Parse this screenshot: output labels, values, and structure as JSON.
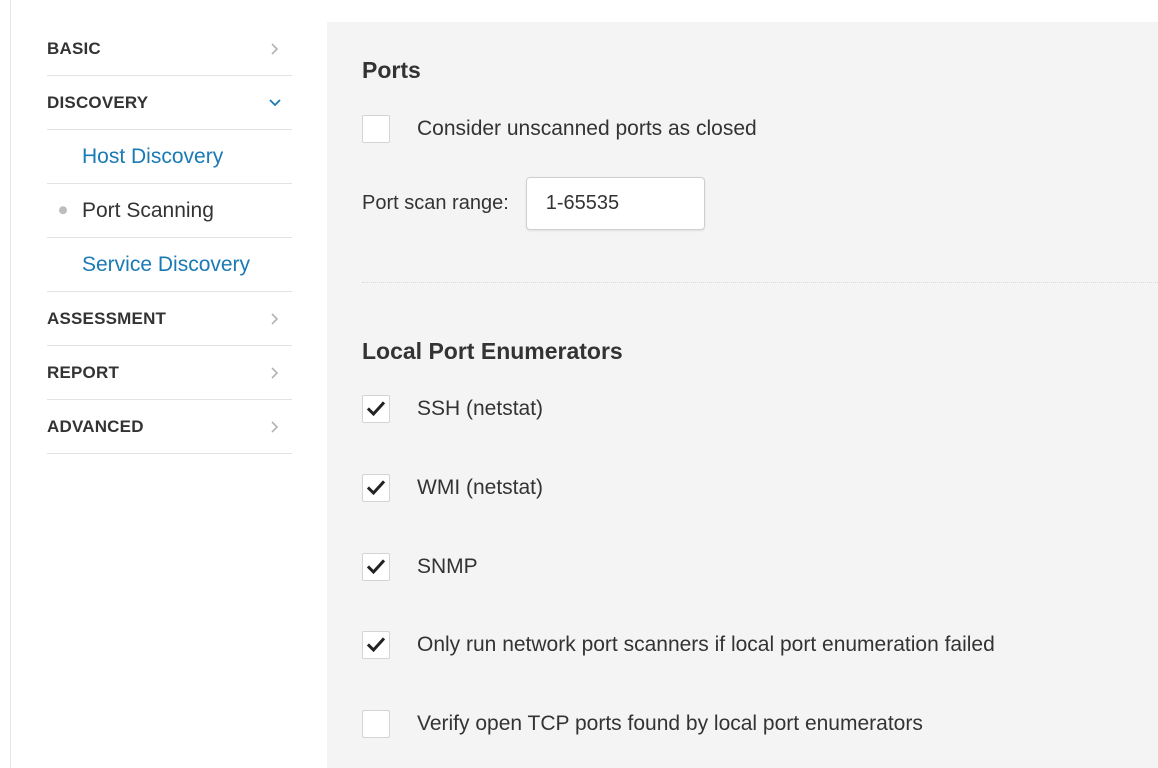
{
  "sidebar": {
    "items": [
      {
        "label": "BASIC",
        "kind": "section",
        "chevron": "chevron-right-icon"
      },
      {
        "label": "DISCOVERY",
        "kind": "section",
        "chevron": "chevron-down-icon"
      },
      {
        "label": "Host Discovery",
        "kind": "sub"
      },
      {
        "label": "Port Scanning",
        "kind": "sub",
        "active": true
      },
      {
        "label": "Service Discovery",
        "kind": "sub"
      },
      {
        "label": "ASSESSMENT",
        "kind": "section",
        "chevron": "chevron-right-icon"
      },
      {
        "label": "REPORT",
        "kind": "section",
        "chevron": "chevron-right-icon"
      },
      {
        "label": "ADVANCED",
        "kind": "section",
        "chevron": "chevron-right-icon"
      }
    ]
  },
  "ports": {
    "title": "Ports",
    "unscanned_closed": {
      "label": "Consider unscanned ports as closed",
      "checked": false
    },
    "range_label": "Port scan range:",
    "range_value": "1-65535"
  },
  "local": {
    "title": "Local Port Enumerators",
    "options": [
      {
        "label": "SSH (netstat)",
        "checked": true
      },
      {
        "label": "WMI (netstat)",
        "checked": true
      },
      {
        "label": "SNMP",
        "checked": true
      },
      {
        "label": "Only run network port scanners if local port enumeration failed",
        "checked": true
      },
      {
        "label": "Verify open TCP ports found by local port enumerators",
        "checked": false
      }
    ]
  },
  "colors": {
    "link": "#1a7ab5",
    "panel_bg": "#f4f4f4",
    "text": "#333333"
  }
}
